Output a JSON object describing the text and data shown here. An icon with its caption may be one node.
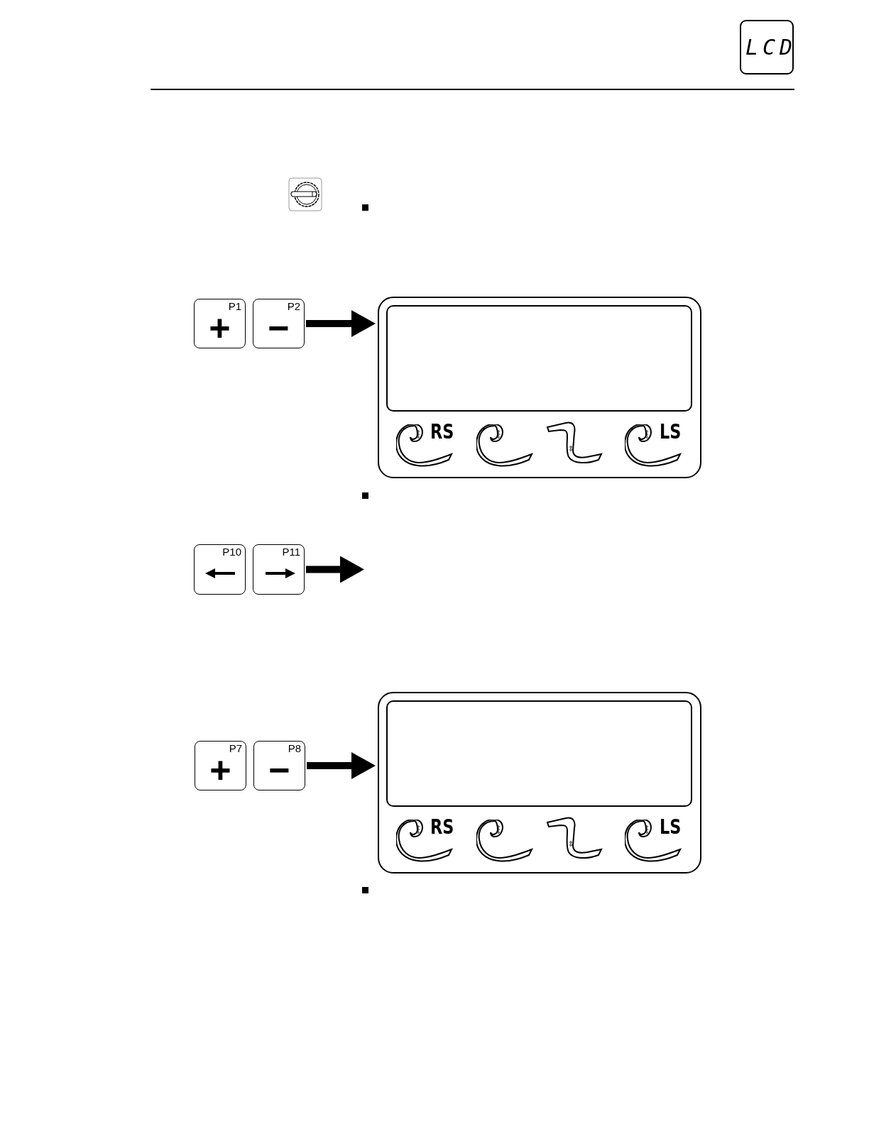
{
  "diagram": {
    "nodes": [
      {
        "text": [
          "LCD"
        ]
      },
      {
        "text": [
          "+",
          "P1"
        ]
      },
      {
        "text": [
          "−",
          "P2"
        ]
      },
      {
        "text": [
          "RS",
          "LS"
        ]
      },
      {
        "text": [],
        "shape": "box",
        "in": 3
      },
      {
        "text": [
          "P10"
        ]
      },
      {
        "text": [
          "P11"
        ]
      },
      {
        "text": [
          "+",
          "P7"
        ]
      },
      {
        "text": [
          "−",
          "P8"
        ]
      },
      {
        "text": [
          "RS",
          "LS"
        ]
      },
      {
        "text": [],
        "shape": "box",
        "in": 9
      }
    ],
    "edges": [
      {
        "from": 2,
        "to": 3,
        "arrow": "to"
      },
      {
        "from": 6,
        "to": null,
        "arrow": "to"
      },
      {
        "from": 8,
        "to": 9,
        "arrow": "to"
      }
    ]
  }
}
